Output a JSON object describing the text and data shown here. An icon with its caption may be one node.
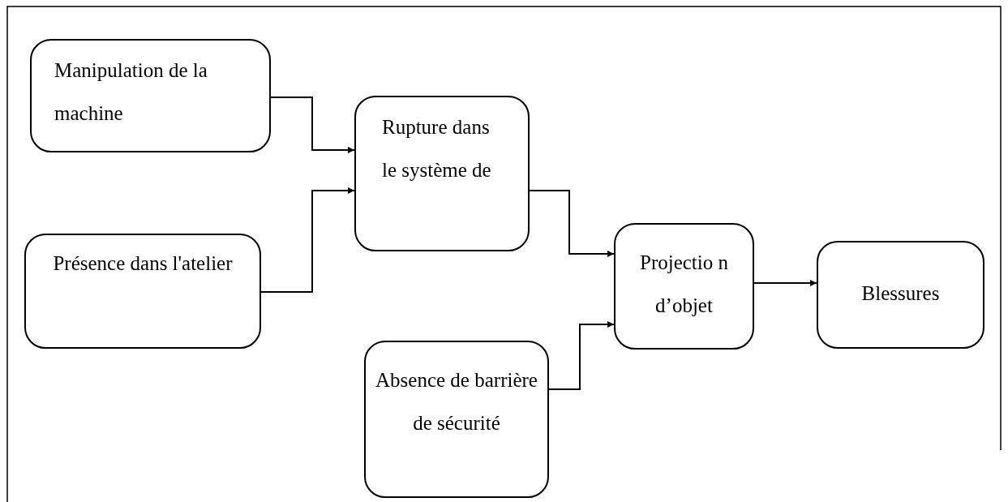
{
  "diagram": {
    "nodes": [
      {
        "text": [
          "Manipulation de la machine"
        ]
      },
      {
        "text": [
          "Présence dans l'atelier"
        ]
      },
      {
        "text": [
          "Rupture dans le système de"
        ]
      },
      {
        "text": [
          "Projectio n d’objet"
        ]
      },
      {
        "text": [
          "Blessures"
        ]
      },
      {
        "text": [
          "Absence de barrière de sécurité"
        ]
      }
    ],
    "edges": [
      {
        "from": 0,
        "to": 2,
        "arrow": "to"
      },
      {
        "from": 1,
        "to": 2,
        "arrow": "to"
      },
      {
        "from": 2,
        "to": 3,
        "arrow": "to"
      },
      {
        "from": 5,
        "to": 3,
        "arrow": "to"
      },
      {
        "from": 3,
        "to": 4,
        "arrow": "to"
      }
    ]
  }
}
